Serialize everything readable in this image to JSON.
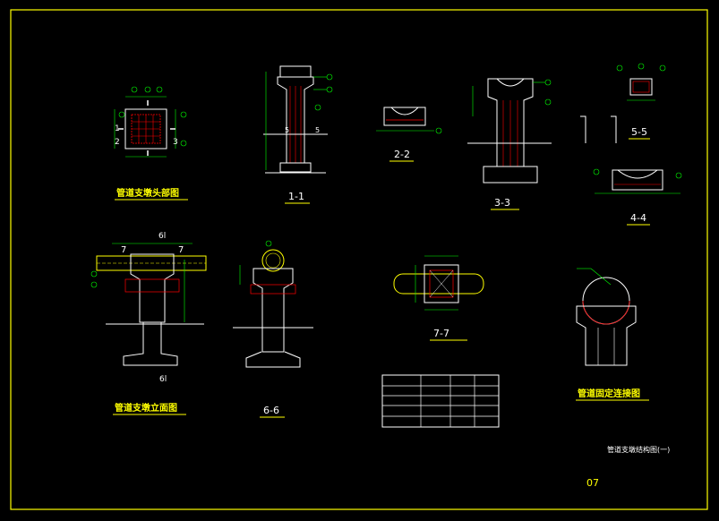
{
  "titles": {
    "head_plan": "管道支墩头部图",
    "sec_1_1": "1-1",
    "sec_2_2": "2-2",
    "sec_3_3": "3-3",
    "sec_4_4": "4-4",
    "sec_5_5": "5-5",
    "elevation": "管道支墩立面图",
    "sec_6_6": "6-6",
    "sec_7_7": "7-7",
    "fixing": "管道固定连接图"
  },
  "labels": {
    "elev_top": "6l",
    "elev_bottom": "6l",
    "elev_cut_left": "7",
    "elev_cut_right": "7",
    "cut_1": "1",
    "cut_2": "2",
    "cut_3": "3",
    "cut_5": "5",
    "cut_5b": "5"
  },
  "sheet": {
    "caption": "管道支墩结构图(一)",
    "number": "07"
  },
  "table": {
    "header": [
      "",
      "",
      "",
      ""
    ],
    "rows": [
      [
        "",
        "",
        "",
        ""
      ],
      [
        "",
        "",
        "",
        ""
      ],
      [
        "",
        "",
        "",
        ""
      ],
      [
        "",
        "",
        "",
        ""
      ]
    ]
  },
  "colors": {
    "frame": "#ffff00",
    "concrete": "#ffffff",
    "rebar": "#ff0000",
    "dimension": "#00ff00",
    "title": "#ffff00",
    "pipe": "#ffff00"
  }
}
